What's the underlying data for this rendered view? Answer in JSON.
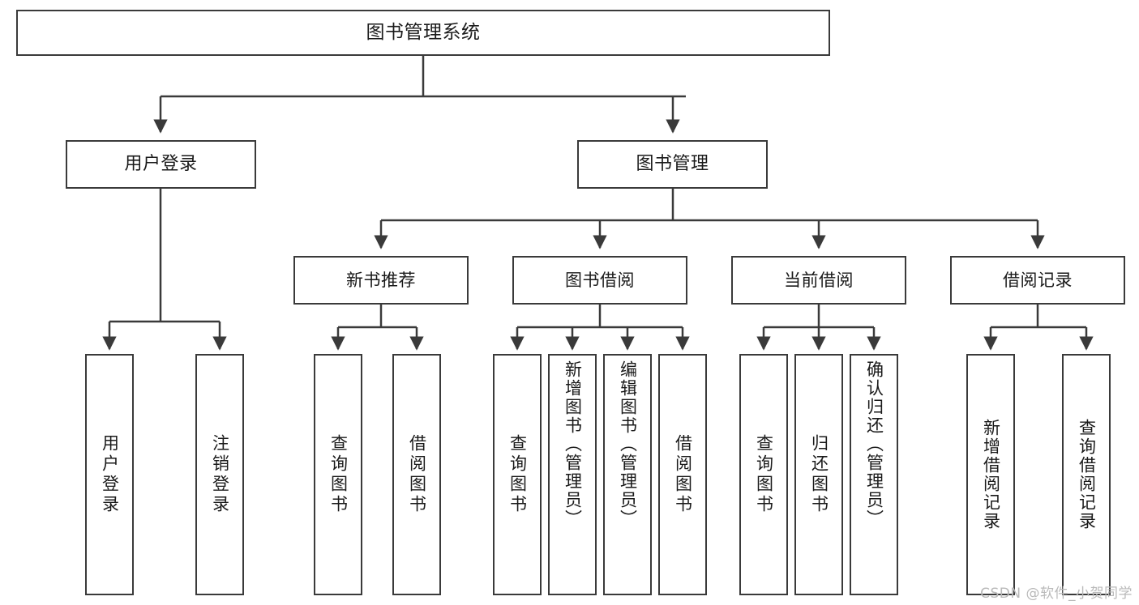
{
  "diagram": {
    "title": "图书管理系统",
    "watermark": "CSDN @软件_小贺同学",
    "stroke_color": "#3a3a3a",
    "text_color": "#1a1a1a",
    "background": "#ffffff",
    "root": {
      "label": "图书管理系统"
    },
    "level2": [
      {
        "label": "用户登录"
      },
      {
        "label": "图书管理"
      }
    ],
    "level3": [
      {
        "label": "新书推荐"
      },
      {
        "label": "图书借阅"
      },
      {
        "label": "当前借阅"
      },
      {
        "label": "借阅记录"
      }
    ],
    "leaves": {
      "user_login": [
        {
          "label": "用户登录"
        },
        {
          "label": "注销登录"
        }
      ],
      "new_book_recommend": [
        {
          "label": "查询图书"
        },
        {
          "label": "借阅图书"
        }
      ],
      "book_borrow": [
        {
          "label": "查询图书"
        },
        {
          "label": "新增图书（管理员）"
        },
        {
          "label": "编辑图书（管理员）"
        },
        {
          "label": "借阅图书"
        }
      ],
      "current_borrow": [
        {
          "label": "查询图书"
        },
        {
          "label": "归还图书"
        },
        {
          "label": "确认归还（管理员）"
        }
      ],
      "borrow_record": [
        {
          "label": "新增借阅记录"
        },
        {
          "label": "查询借阅记录"
        }
      ]
    }
  }
}
